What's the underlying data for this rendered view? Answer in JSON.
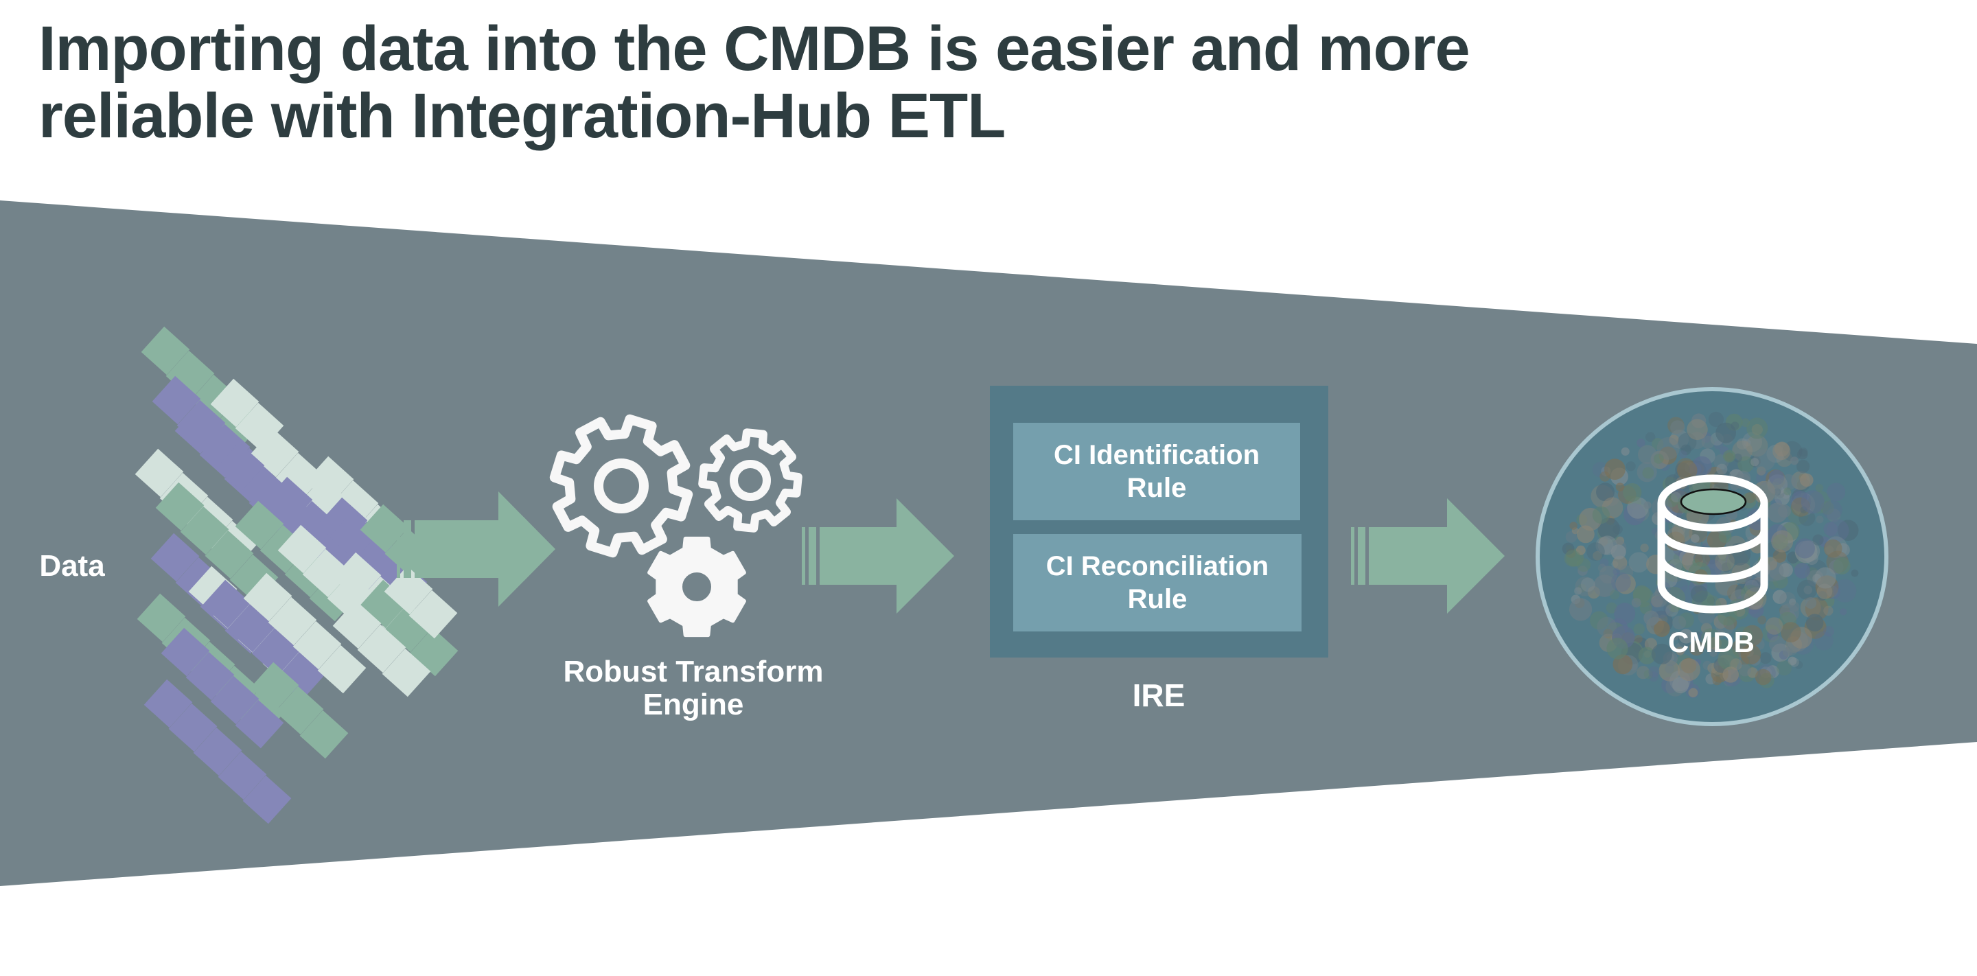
{
  "title": {
    "line1": "Importing data into the CMDB is easier and more",
    "line2": "reliable with Integration-Hub ETL"
  },
  "colors": {
    "title_text": "#2e3d40",
    "band": "#73838a",
    "arrow": "#8ab3a0",
    "diamond_green": "#8ab3a0",
    "diamond_purple": "#8587b8",
    "diamond_light": "#d3e2dc",
    "gear": "#f7f7f7",
    "ire_outer": "#547a88",
    "ire_inner": "#759fad",
    "cmdb_fill": "#527a88",
    "cmdb_border": "#a9c7d0"
  },
  "stages": {
    "data": {
      "label": "Data",
      "icon": "data-diamonds-icon"
    },
    "engine": {
      "label_line1": "Robust Transform",
      "label_line2": "Engine",
      "icon": "gears-icon"
    },
    "ire": {
      "label": "IRE",
      "rules": [
        {
          "line1": "CI Identification",
          "line2": "Rule"
        },
        {
          "line1": "CI Reconciliation",
          "line2": "Rule"
        }
      ]
    },
    "cmdb": {
      "label": "CMDB",
      "icon": "database-icon"
    }
  },
  "arrows": [
    {
      "from": "data",
      "to": "engine",
      "icon": "arrow-right-icon"
    },
    {
      "from": "engine",
      "to": "ire",
      "icon": "arrow-right-icon"
    },
    {
      "from": "ire",
      "to": "cmdb",
      "icon": "arrow-right-icon"
    }
  ]
}
